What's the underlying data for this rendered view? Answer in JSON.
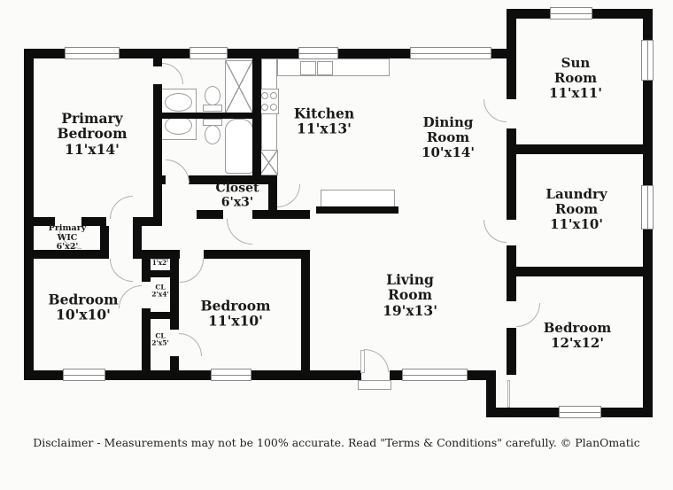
{
  "rooms": {
    "primary_bedroom": {
      "lines": [
        "Primary",
        "Bedroom",
        "11'x14'"
      ]
    },
    "kitchen": {
      "lines": [
        "Kitchen",
        "11'x13'"
      ]
    },
    "dining_room": {
      "lines": [
        "Dining",
        "Room",
        "10'x14'"
      ]
    },
    "sun_room": {
      "lines": [
        "Sun",
        "Room",
        "11'x11'"
      ]
    },
    "laundry_room": {
      "lines": [
        "Laundry",
        "Room",
        "11'x10'"
      ]
    },
    "closet_hall": {
      "lines": [
        "Closet",
        "6'x3'"
      ]
    },
    "primary_wic": {
      "lines": [
        "Primary",
        "WIC",
        "6'x2'"
      ]
    },
    "bedroom_10": {
      "lines": [
        "Bedroom",
        "10'x10'"
      ]
    },
    "bedroom_11": {
      "lines": [
        "Bedroom",
        "11'x10'"
      ]
    },
    "living_room": {
      "lines": [
        "Living",
        "Room",
        "19'x13'"
      ]
    },
    "bedroom_12": {
      "lines": [
        "Bedroom",
        "12'x12'"
      ]
    },
    "closet_1x2": {
      "lines": [
        "1'x2'"
      ]
    },
    "closet_2x4": {
      "lines": [
        "CL",
        "2'x4'"
      ]
    },
    "closet_2x5": {
      "lines": [
        "CL",
        "2'x5'"
      ]
    }
  },
  "footer": {
    "disclaimer": "Disclaimer - Measurements may not be 100% accurate. Read \"Terms & Conditions\" carefully. © PlanOmatic"
  },
  "colors": {
    "wall": "#0d0d0d",
    "fixture_line": "#9b9b9b",
    "background": "#fbfbf9",
    "text": "#1a1a1a"
  }
}
